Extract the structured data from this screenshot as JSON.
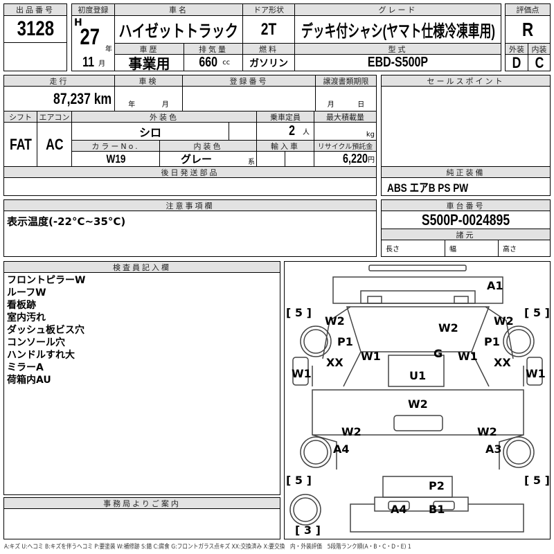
{
  "lot": {
    "label": "出品番号",
    "value": "3128"
  },
  "first_reg": {
    "label": "初度登録",
    "era": "H",
    "year": "27",
    "year_unit": "年",
    "month": "11",
    "month_unit": "月"
  },
  "car_name": {
    "label": "車名",
    "value": "ハイゼットトラック"
  },
  "door": {
    "label": "ドア形状",
    "value": "2T"
  },
  "grade": {
    "label": "グレード",
    "value": "デッキ付シャシ(ヤマト仕様冷凍車用)"
  },
  "history": {
    "label": "車歴",
    "value": "事業用"
  },
  "displacement": {
    "label": "排気量",
    "value": "660",
    "unit": "cc"
  },
  "fuel": {
    "label": "燃料",
    "value": "ガソリン"
  },
  "model": {
    "label": "型式",
    "value": "EBD-S500P"
  },
  "score": {
    "label": "評価点",
    "value": "R",
    "ext_label": "外装",
    "int_label": "内装",
    "ext": "D",
    "int": "C"
  },
  "mileage": {
    "label": "走行",
    "value": "87,237 km"
  },
  "inspection": {
    "label": "車検",
    "year_unit": "年",
    "month_unit": "月"
  },
  "reg_no": {
    "label": "登録番号"
  },
  "transfer": {
    "label": "譲渡書類期限",
    "month_unit": "月",
    "day_unit": "日"
  },
  "shift": {
    "label": "シフト",
    "value": "FAT"
  },
  "ac": {
    "label": "エアコン",
    "value": "AC"
  },
  "ext_color": {
    "label": "外装色",
    "value": "シロ"
  },
  "capacity": {
    "label": "乗車定員",
    "value": "2",
    "unit": "人"
  },
  "max_load": {
    "label": "最大積載量",
    "unit": "kg"
  },
  "color_no": {
    "label": "カラーNo.",
    "value": "W19"
  },
  "int_color": {
    "label": "内装色",
    "value": "グレー",
    "suffix": "系"
  },
  "import": {
    "label": "輸入車"
  },
  "recycle": {
    "label": "リサイクル預託金",
    "value": "6,220",
    "unit": "円"
  },
  "later_parts": {
    "label": "後日発送部品"
  },
  "sales_point": {
    "label": "セールスポイント"
  },
  "equipment": {
    "label": "純正装備",
    "value": "ABS エアB PS PW"
  },
  "notes": {
    "label": "注意事項欄",
    "value": "表示温度(-22°C~35°C)"
  },
  "chassis": {
    "label": "車台番号",
    "value": "S500P-0024895"
  },
  "specs": {
    "label": "諸元",
    "length": "長さ",
    "width": "幅",
    "height": "高さ"
  },
  "inspector": {
    "label": "検査員記入欄",
    "lines": [
      "フロントピラーW",
      "ルーフW",
      "看板跡",
      "室内汚れ",
      "ダッシュ板ビス穴",
      "コンソール穴",
      "ハンドルすれ大",
      "ミラーA",
      "荷箱内AU"
    ]
  },
  "office": {
    "label": "事務局よりご案内"
  },
  "diagram": {
    "marks": [
      "A1",
      "W2",
      "W2",
      "W2",
      "P1",
      "P1",
      "W1",
      "G",
      "W1",
      "XX",
      "XX",
      "W1",
      "W1",
      "U1",
      "W2",
      "W2",
      "W2",
      "A4",
      "A3",
      "P2",
      "A4",
      "B1"
    ],
    "tires": [
      "[ 5 ]",
      "[ 5 ]",
      "[ 5 ]",
      "[ 5 ]",
      "[ 3 ]"
    ]
  },
  "legend": "A:キズ U:ヘコミ B:キズを伴うヘコミ P:要塗装 W:補修跡 S:錆 C:腐食 G:フロントガラス点キズ XX:交換済み X:要交換　内・外装評価　5段階ランク順(A・B・C・D・E) 1"
}
